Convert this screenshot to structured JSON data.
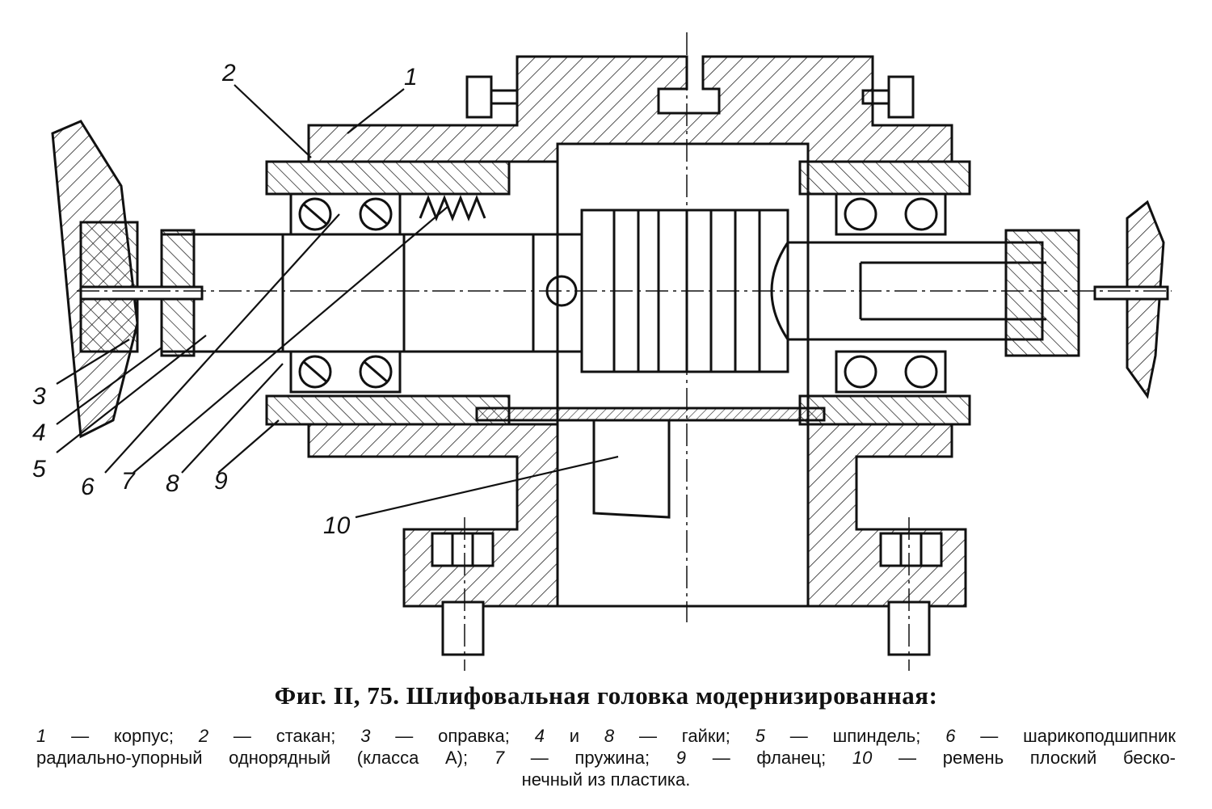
{
  "figure": {
    "title": "Фиг. II, 75. Шлифовальная головка модернизированная:",
    "callouts": [
      "1",
      "2",
      "3",
      "4",
      "5",
      "6",
      "7",
      "8",
      "9",
      "10"
    ],
    "legend": {
      "line1": [
        {
          "num": "1",
          "text": " — корпус; "
        },
        {
          "num": "2",
          "text": " — стакан; "
        },
        {
          "num": "3",
          "text": " — оправка; "
        },
        {
          "num": "4",
          "text": " и "
        },
        {
          "num": "8",
          "text": " — гайки; "
        },
        {
          "num": "5",
          "text": " — шпиндель; "
        },
        {
          "num": "6",
          "text": " — шарикоподшипник"
        }
      ],
      "line2": [
        {
          "num": "",
          "text": "радиально-упорный однорядный (класса А); "
        },
        {
          "num": "7",
          "text": " — пружина; "
        },
        {
          "num": "9",
          "text": " — фланец; "
        },
        {
          "num": "10",
          "text": " — ремень плоский беско-"
        }
      ],
      "line3": [
        {
          "num": "",
          "text": "нечный из пластика."
        }
      ]
    }
  }
}
